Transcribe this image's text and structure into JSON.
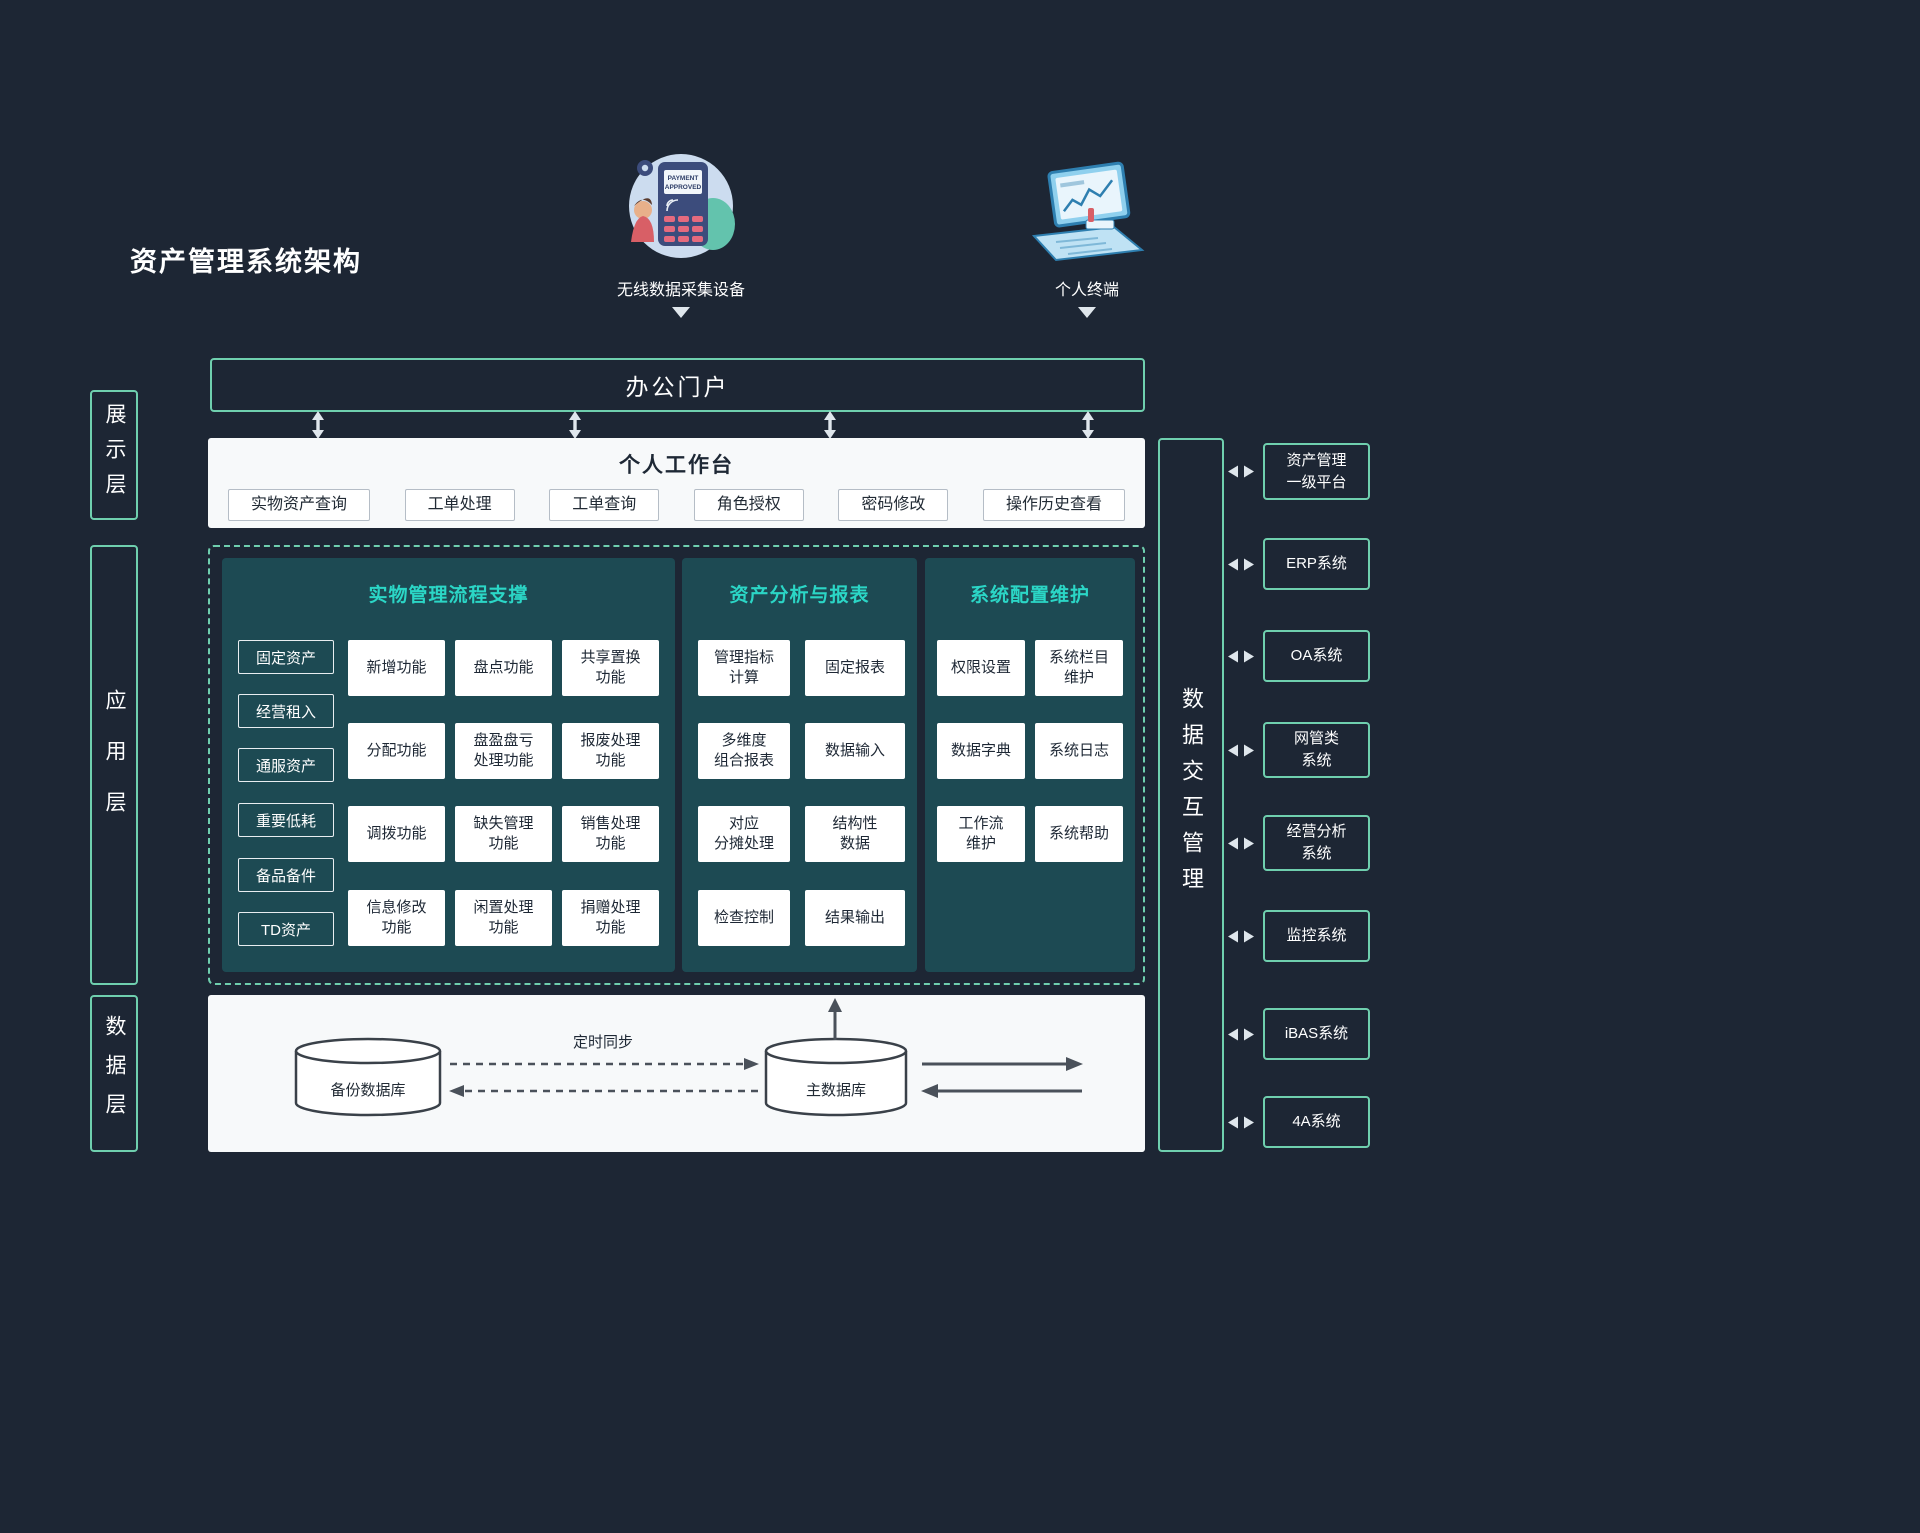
{
  "page": {
    "title": "资产管理系统架构"
  },
  "devices": {
    "pos": {
      "label": "无线数据采集设备",
      "screen_line1": "PAYMENT",
      "screen_line2": "APPROVED"
    },
    "laptop": {
      "label": "个人终端"
    }
  },
  "layers": {
    "display": "展示层",
    "application": "应用层",
    "data": "数据层"
  },
  "portal": {
    "label": "办公门户"
  },
  "workbench": {
    "title": "个人工作台",
    "items": [
      "实物资产查询",
      "工单处理",
      "工单查询",
      "角色授权",
      "密码修改",
      "操作历史查看"
    ]
  },
  "panels": {
    "process": {
      "title": "实物管理流程支撑",
      "categories": [
        "固定资产",
        "经营租入",
        "通服资产",
        "重要低耗",
        "备品备件",
        "TD资产"
      ],
      "functions": [
        "新增功能",
        "盘点功能",
        "共享置换\n功能",
        "分配功能",
        "盘盈盘亏\n处理功能",
        "报废处理\n功能",
        "调拨功能",
        "缺失管理\n功能",
        "销售处理\n功能",
        "信息修改\n功能",
        "闲置处理\n功能",
        "捐赠处理\n功能"
      ]
    },
    "analysis": {
      "title": "资产分析与报表",
      "functions": [
        "管理指标\n计算",
        "固定报表",
        "多维度\n组合报表",
        "数据输入",
        "对应\n分摊处理",
        "结构性\n数据",
        "检查控制",
        "结果输出"
      ]
    },
    "config": {
      "title": "系统配置维护",
      "functions": [
        "权限设置",
        "系统栏目\n维护",
        "数据字典",
        "系统日志",
        "工作流\n维护",
        "系统帮助"
      ]
    }
  },
  "data_layer": {
    "backup_db": "备份数据库",
    "main_db": "主数据库",
    "sync_label": "定时同步"
  },
  "interaction": {
    "label": "数据交互管理"
  },
  "external_systems": [
    "资产管理\n一级平台",
    "ERP系统",
    "OA系统",
    "网管类\n系统",
    "经营分析\n系统",
    "监控系统",
    "iBAS系统",
    "4A系统"
  ],
  "colors": {
    "background": "#1d2634",
    "teal": "#6fcfae",
    "panel_bg": "#1d4a53",
    "cyan_title": "#2bd6c6",
    "light_panel": "#f7f9fa",
    "arrow_gray": "#4a515a"
  }
}
